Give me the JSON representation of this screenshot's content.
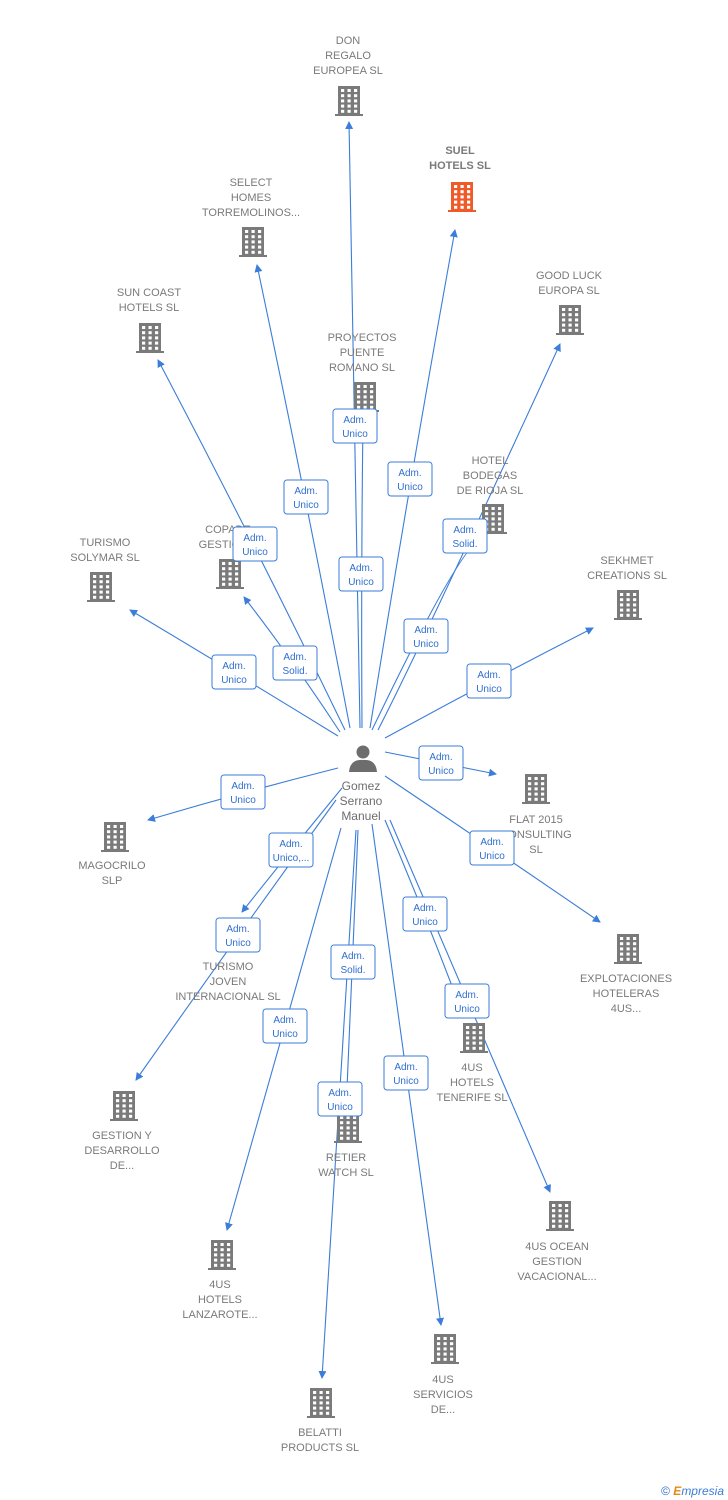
{
  "colors": {
    "edge": "#3b7dd8",
    "building": "#7a7a7a",
    "highlight": "#f05a28",
    "person": "#6d6d6d"
  },
  "center": {
    "label": [
      "Gomez",
      "Serrano",
      "Manuel"
    ],
    "icon": "person-icon"
  },
  "companies": [
    {
      "id": "don-regalo",
      "label": [
        "DON",
        "REGALO",
        "EUROPEA SL"
      ],
      "icon": "building-icon"
    },
    {
      "id": "suel-hotels",
      "label": [
        "SUEL",
        "HOTELS  SL"
      ],
      "icon": "building-icon",
      "highlight": true
    },
    {
      "id": "select-homes",
      "label": [
        "SELECT",
        "HOMES",
        "TORREMOLINOS..."
      ],
      "icon": "building-icon"
    },
    {
      "id": "good-luck",
      "label": [
        "GOOD LUCK",
        "EUROPA SL"
      ],
      "icon": "building-icon"
    },
    {
      "id": "sun-coast",
      "label": [
        "SUN COAST",
        "HOTELS  SL"
      ],
      "icon": "building-icon"
    },
    {
      "id": "proyectos-puente",
      "label": [
        "PROYECTOS",
        "PUENTE",
        "ROMANO  SL"
      ],
      "icon": "building-icon"
    },
    {
      "id": "hotel-bodegas",
      "label": [
        "HOTEL",
        "BODEGAS",
        "DE RIOJA  SL"
      ],
      "icon": "building-icon"
    },
    {
      "id": "copade",
      "label": [
        "COPADE",
        "GESTION..."
      ],
      "icon": "building-icon"
    },
    {
      "id": "turismo-solymar",
      "label": [
        "TURISMO",
        "SOLYMAR  SL"
      ],
      "icon": "building-icon"
    },
    {
      "id": "sekhmet",
      "label": [
        "SEKHMET",
        "CREATIONS SL"
      ],
      "icon": "building-icon"
    },
    {
      "id": "flat-2015",
      "label": [
        "FLAT 2015",
        "CONSULTING",
        "SL"
      ],
      "icon": "building-icon"
    },
    {
      "id": "magocrilo",
      "label": [
        "MAGOCRILO",
        "SLP"
      ],
      "icon": "building-icon"
    },
    {
      "id": "explotaciones",
      "label": [
        "EXPLOTACIONES",
        "HOTELERAS",
        "4US..."
      ],
      "icon": "building-icon"
    },
    {
      "id": "turismo-joven",
      "label": [
        "TURISMO",
        "JOVEN",
        "INTERNACIONAL SL"
      ],
      "icon": "building-icon"
    },
    {
      "id": "4us-tenerife",
      "label": [
        "4US",
        "HOTELS",
        "TENERIFE  SL"
      ],
      "icon": "building-icon"
    },
    {
      "id": "gestion-desarrollo",
      "label": [
        "GESTION Y",
        "DESARROLLO",
        "DE..."
      ],
      "icon": "building-icon"
    },
    {
      "id": "retier-watch",
      "label": [
        "RETIER",
        "WATCH SL"
      ],
      "icon": "building-icon"
    },
    {
      "id": "4us-ocean",
      "label": [
        "4US OCEAN",
        "GESTION",
        "VACACIONAL..."
      ],
      "icon": "building-icon"
    },
    {
      "id": "4us-lanzarote",
      "label": [
        "4US",
        "HOTELS",
        "LANZAROTE..."
      ],
      "icon": "building-icon"
    },
    {
      "id": "4us-servicios",
      "label": [
        "4US",
        "SERVICIOS",
        "DE..."
      ],
      "icon": "building-icon"
    },
    {
      "id": "belatti",
      "label": [
        "BELATTI",
        "PRODUCTS  SL"
      ],
      "icon": "building-icon"
    }
  ],
  "relations": [
    {
      "to": "don-regalo",
      "label": [
        "Adm.",
        "Unico"
      ]
    },
    {
      "to": "suel-hotels",
      "label": [
        "Adm.",
        "Unico"
      ]
    },
    {
      "to": "select-homes",
      "label": [
        "Adm.",
        "Unico"
      ]
    },
    {
      "to": "good-luck",
      "label": [
        "Adm.",
        "Unico"
      ]
    },
    {
      "to": "sun-coast",
      "label": [
        "Adm.",
        "Unico"
      ]
    },
    {
      "to": "proyectos-puente",
      "label": [
        "Adm.",
        "Unico"
      ]
    },
    {
      "to": "hotel-bodegas",
      "label": [
        "Adm.",
        "Solid."
      ]
    },
    {
      "to": "copade",
      "label": [
        "Adm.",
        "Solid."
      ]
    },
    {
      "to": "turismo-solymar",
      "label": [
        "Adm.",
        "Unico"
      ]
    },
    {
      "to": "sekhmet",
      "label": [
        "Adm.",
        "Unico"
      ]
    },
    {
      "to": "flat-2015",
      "label": [
        "Adm.",
        "Unico"
      ]
    },
    {
      "to": "magocrilo",
      "label": [
        "Adm.",
        "Unico"
      ]
    },
    {
      "to": "explotaciones",
      "label": [
        "Adm.",
        "Unico"
      ]
    },
    {
      "to": "turismo-joven",
      "label": [
        "Adm.",
        "Unico,..."
      ]
    },
    {
      "to": "4us-tenerife",
      "label": [
        "Adm.",
        "Unico"
      ]
    },
    {
      "to": "gestion-desarrollo",
      "label": [
        "Adm.",
        "Unico"
      ]
    },
    {
      "to": "retier-watch",
      "label": [
        "Adm.",
        "Solid."
      ]
    },
    {
      "to": "4us-ocean",
      "label": [
        "Adm.",
        "Unico"
      ]
    },
    {
      "to": "4us-lanzarote",
      "label": [
        "Adm.",
        "Unico"
      ]
    },
    {
      "to": "4us-servicios",
      "label": [
        "Adm.",
        "Unico"
      ]
    },
    {
      "to": "belatti",
      "label": [
        "Adm.",
        "Unico"
      ]
    }
  ],
  "footer": {
    "copyright": "©",
    "brand_first": "E",
    "brand_rest": "mpresia"
  }
}
